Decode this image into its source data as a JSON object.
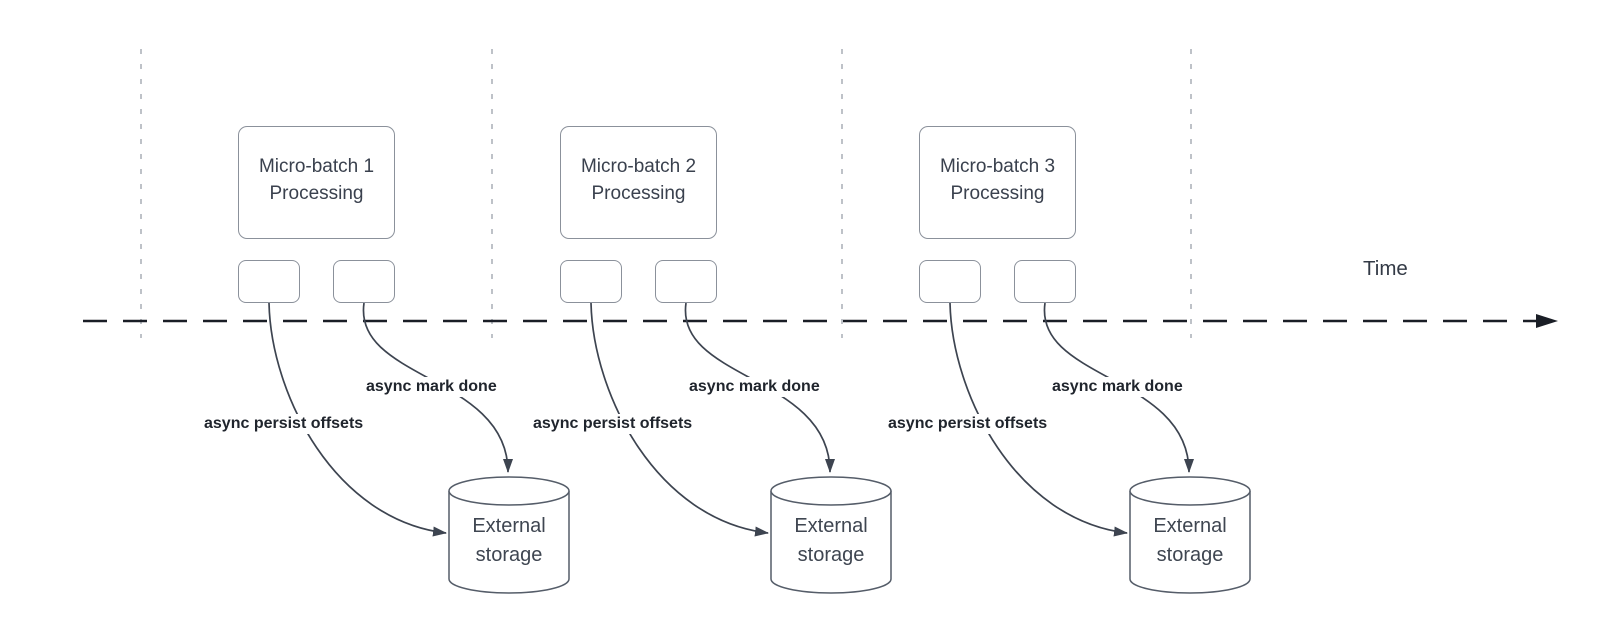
{
  "diagram": {
    "time_axis_label": "Time",
    "sections": [
      {
        "processing_label": "Micro-batch 1 Processing",
        "persist_arrow_label": "async persist offsets",
        "mark_done_arrow_label": "async mark done",
        "storage_label": "External storage"
      },
      {
        "processing_label": "Micro-batch 2 Processing",
        "persist_arrow_label": "async persist offsets",
        "mark_done_arrow_label": "async mark done",
        "storage_label": "External storage"
      },
      {
        "processing_label": "Micro-batch 3 Processing",
        "persist_arrow_label": "async persist offsets",
        "mark_done_arrow_label": "async mark done",
        "storage_label": "External storage"
      }
    ],
    "colors": {
      "background": "#ffffff",
      "box_border": "#8b919b",
      "box_text": "#3a414e",
      "curve_stroke": "#3d4450",
      "timeline_stroke": "#1a1e26",
      "gridline_stroke": "#a8aeb5",
      "label_text": "#20252d",
      "cylinder_stroke": "#555d69"
    }
  }
}
